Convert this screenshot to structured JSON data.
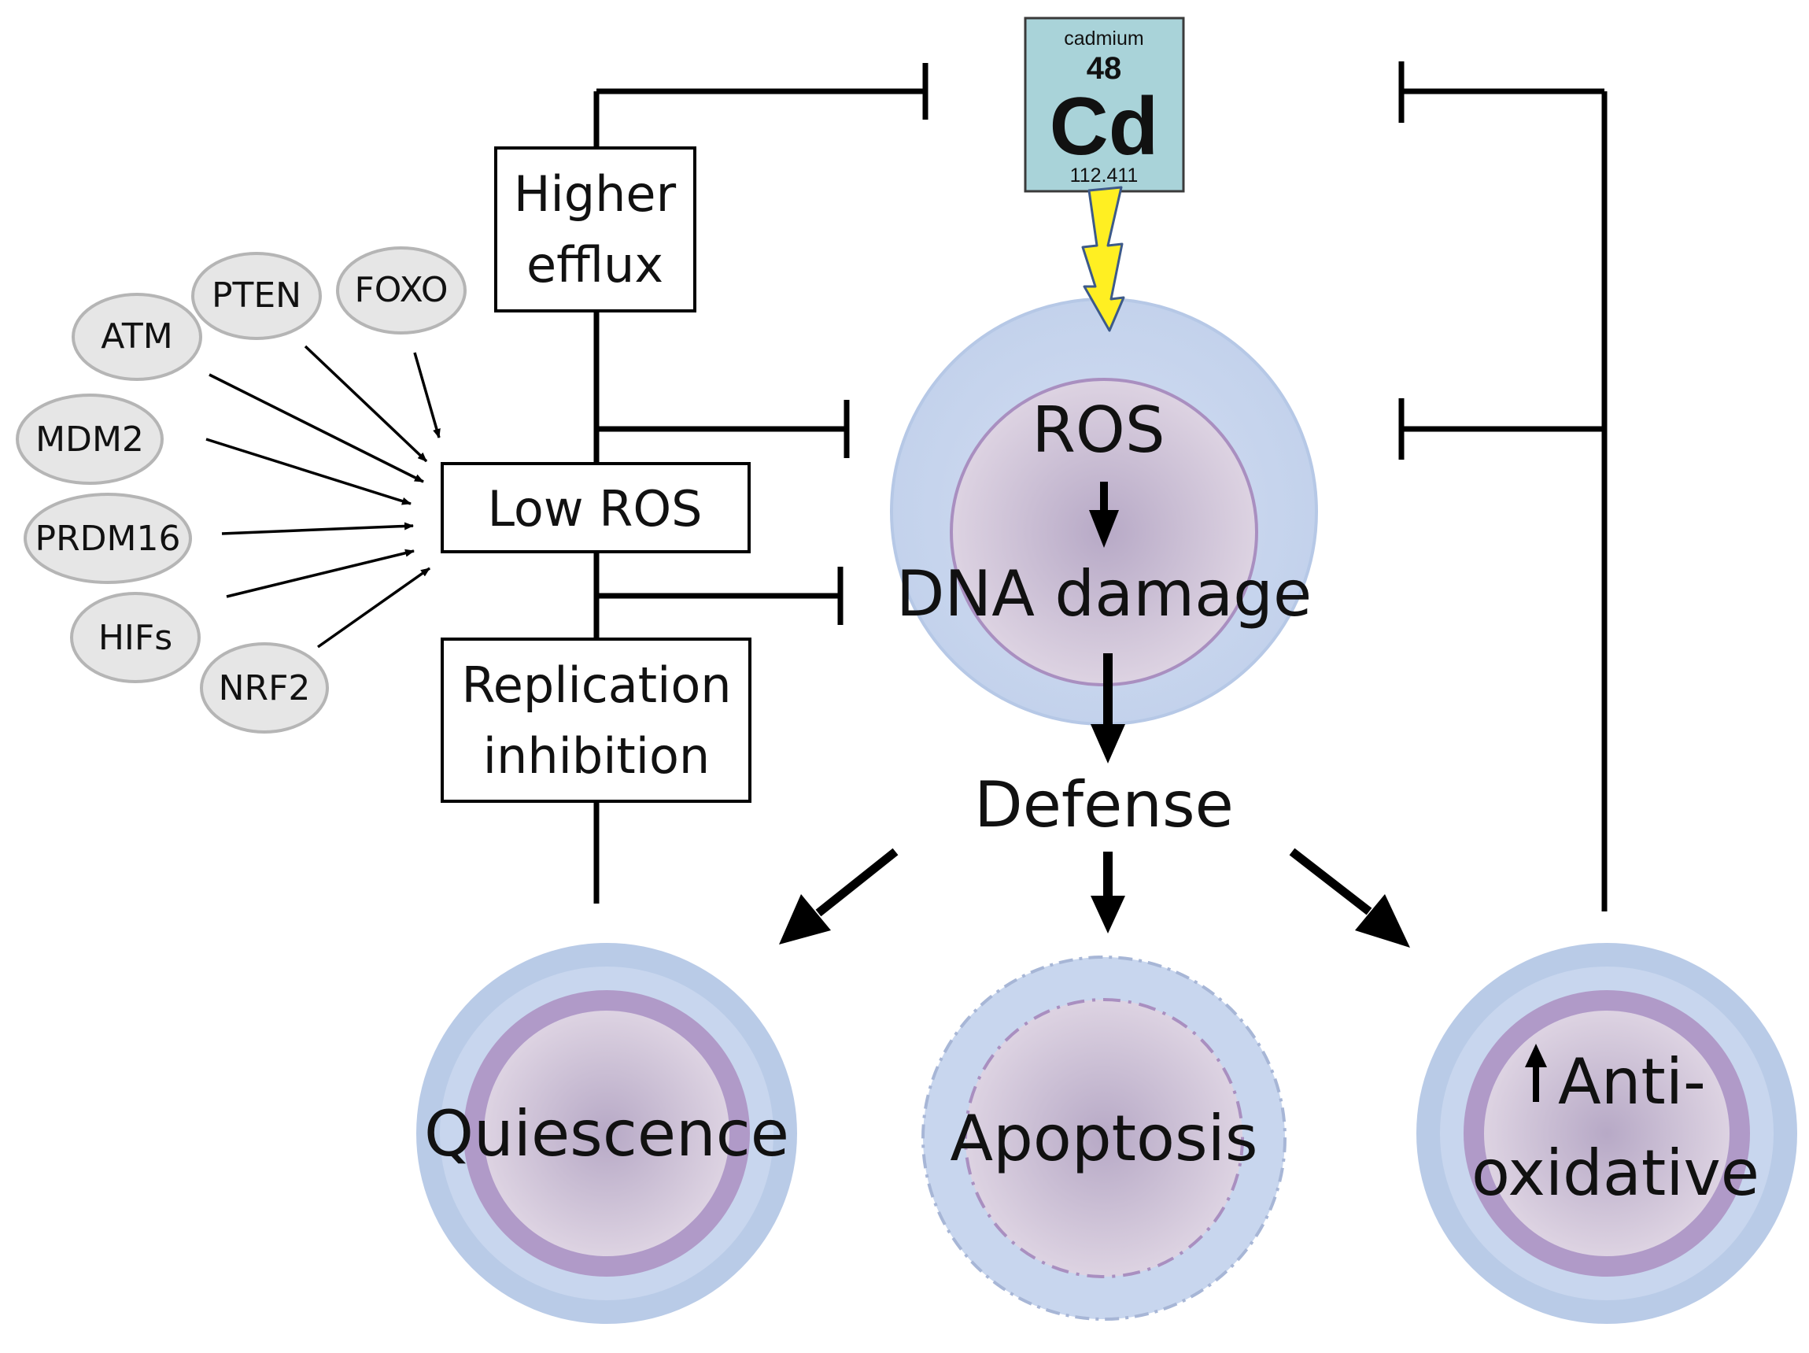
{
  "element": {
    "name": "cadmium",
    "number": "48",
    "symbol": "Cd",
    "mass": "112.411"
  },
  "center": {
    "ros": "ROS",
    "dna_damage": "DNA damage",
    "defense": "Defense"
  },
  "boxes": {
    "higher_efflux": [
      "Higher",
      "efflux"
    ],
    "low_ros": "Low ROS",
    "replication_inhibition": [
      "Replication",
      "inhibition"
    ]
  },
  "regulators": [
    "ATM",
    "PTEN",
    "FOXO",
    "MDM2",
    "PRDM16",
    "HIFs",
    "NRF2"
  ],
  "outcomes": {
    "quiescence": "Quiescence",
    "apoptosis": "Apoptosis",
    "anti_oxidative": [
      "Anti-",
      "oxidative"
    ]
  },
  "colors": {
    "cell_outer": "#c8d6ee",
    "cell_ring": "#b4c6e4",
    "nucleus": "#c9bdd6",
    "nucleus_ring": "#b09ac8",
    "element_tile": "#a9d3d9",
    "lightning": "#ffef22",
    "regulator_fill": "#e6e6e6",
    "regulator_stroke": "#b5b5b5"
  }
}
